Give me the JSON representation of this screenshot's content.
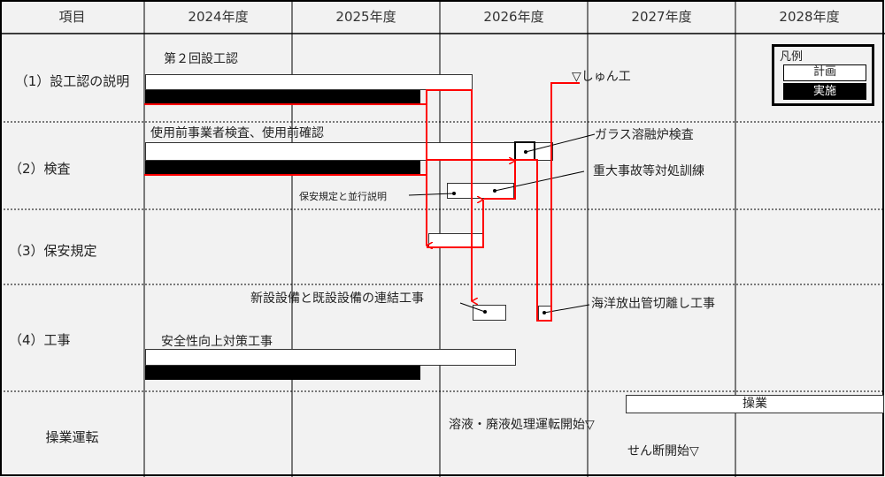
{
  "header": {
    "item": "項目",
    "years": [
      "2024年度",
      "2025年度",
      "2026年度",
      "2027年度",
      "2028年度"
    ]
  },
  "rows": [
    "（1）設工認の説明",
    "（2）検査",
    "（3）保安規定",
    "（4）工事",
    "操業運転"
  ],
  "labels": {
    "second_approval": "第２回設工認",
    "inspection": "使用前事業者検査、使用前確認",
    "glass": "ガラス溶融炉検査",
    "training": "重大事故等対処訓練",
    "parallel": "保安規定と並行説明",
    "completion": "▽しゅん工",
    "connection": "新設設備と既設設備の連結工事",
    "ocean": "海洋放出管切離し工事",
    "safety": "安全性向上対策工事",
    "operation": "操業",
    "solution_start": "溶液・廃液処理運転開始▽",
    "shear_start": "せん断開始▽"
  },
  "legend": {
    "title": "凡例",
    "plan": "計画",
    "actual": "実施"
  },
  "colors": {
    "link": "#ff0000",
    "actual": "#000000",
    "plan": "#ffffff"
  }
}
